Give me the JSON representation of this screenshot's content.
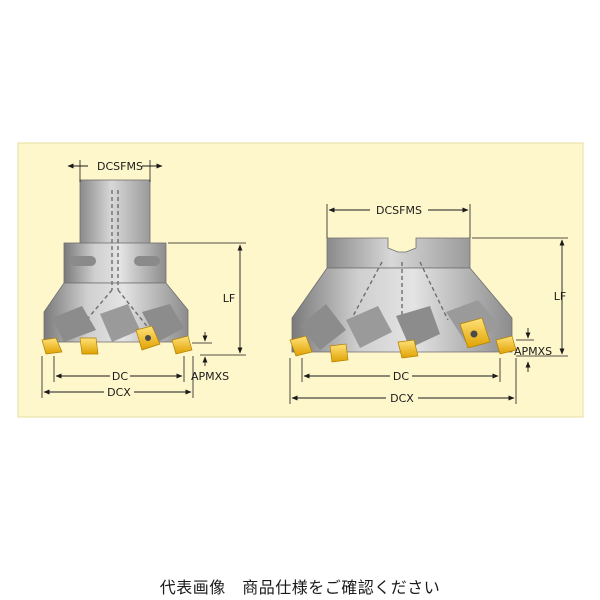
{
  "colors": {
    "panel": "#FFF7CC",
    "body_light": "#D2D2D2",
    "body_mid": "#A6A6A6",
    "body_dark": "#6E6E6E",
    "insert_gold": "#F2B600",
    "insert_gold_dark": "#B07F00",
    "line": "#1A1A1A"
  },
  "left_cutter": {
    "labels": {
      "shank_diameter": "DCSFMS",
      "length": "LF",
      "cutting_diameter": "DC",
      "max_diameter": "DCX",
      "depth_of_cut": "APMXS"
    }
  },
  "right_cutter": {
    "labels": {
      "shank_diameter": "DCSFMS",
      "length": "LF",
      "cutting_diameter": "DC",
      "max_diameter": "DCX",
      "depth_of_cut": "APMXS"
    }
  },
  "caption": "代表画像　商品仕様をご確認ください"
}
